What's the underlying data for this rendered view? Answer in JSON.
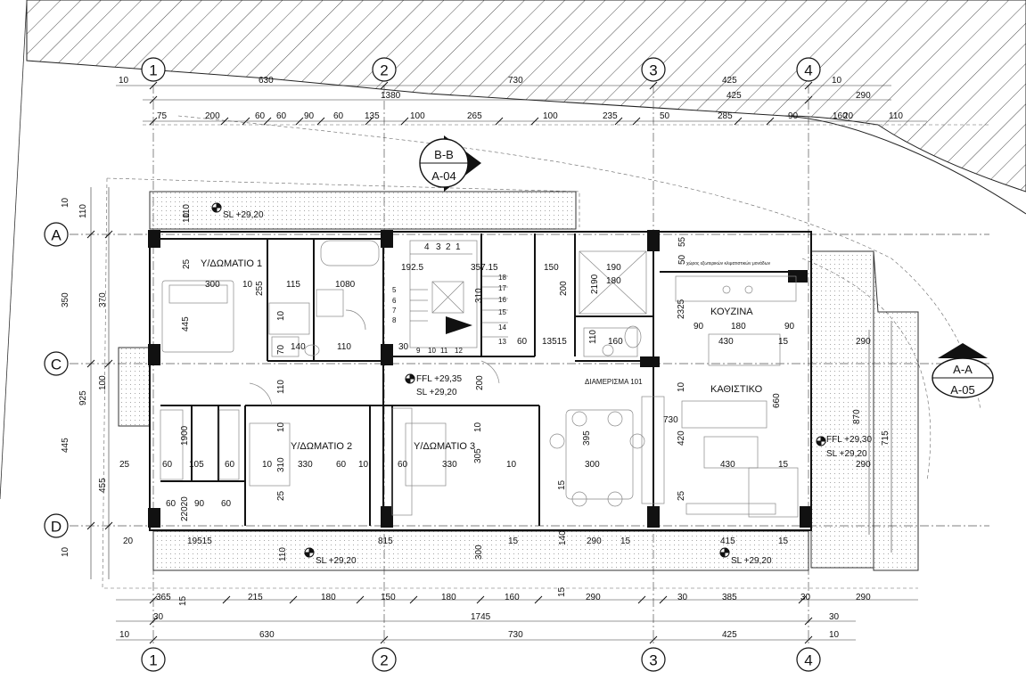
{
  "grid": {
    "columns": [
      "1",
      "2",
      "3",
      "4"
    ],
    "rows": [
      "A",
      "C",
      "D"
    ]
  },
  "sections": {
    "bb": {
      "id": "B-B",
      "sheet": "A-04"
    },
    "aa": {
      "id": "A-A",
      "sheet": "A-05"
    }
  },
  "rooms": {
    "bedroom1": "Υ/ΔΩΜΑΤΙΟ 1",
    "bedroom2": "Υ/ΔΩΜΑΤΙΟ 2",
    "bedroom3": "Υ/ΔΩΜΑΤΙΟ 3",
    "kitchen": "ΚΟΥΖΙΝΑ",
    "living": "ΚΑΘΙΣΤΙΚΟ",
    "apartment": "ΔΙΑΜΕΡΙΣΜΑ 101",
    "storage_note": "χώρος εξωτερικών κλιματιστικών μονάδων"
  },
  "levels": {
    "sl_top": "SL  +29,20",
    "ffl_center": "FFL +29,35",
    "sl_center": "SL   +29,20",
    "ffl_right": "FFL +29,30",
    "sl_right": "SL   +29,20",
    "sl_bottom_left": "SL   +29,20",
    "sl_bottom_right": "SL  +29,20"
  },
  "dims": {
    "top1": [
      "10",
      "630",
      "730",
      "425",
      "10"
    ],
    "top2": [
      "1380",
      "425",
      "290"
    ],
    "top3": [
      "75",
      "200",
      "60",
      "60",
      "90",
      "60",
      "135",
      "100",
      "265",
      "100",
      "235",
      "50",
      "285",
      "90",
      "160",
      "20",
      "110"
    ],
    "bottom1": [
      "365",
      "215",
      "180",
      "150",
      "180",
      "160",
      "290",
      "30",
      "385",
      "30",
      "290"
    ],
    "bottom2": [
      "30",
      "1745",
      "30"
    ],
    "bottom3": [
      "10",
      "630",
      "730",
      "425",
      "10"
    ],
    "left": [
      "10",
      "110",
      "350",
      "370",
      "925",
      "100",
      "445",
      "455",
      "10"
    ],
    "interior": {
      "d1925": "192.5",
      "d35715": "357.15",
      "d150": "150",
      "d190": "190",
      "d2190": "2190",
      "d180": "180",
      "d300": "300",
      "d10a": "10",
      "d25a": "25",
      "d115": "115",
      "d255": "255",
      "d1080": "1080",
      "d445": "445",
      "d310a": "310",
      "d200a": "200",
      "d140": "140",
      "d110a": "110",
      "d30": "30",
      "d70": "70",
      "d60a": "60",
      "d13515": "13515",
      "d160": "160",
      "d2325": "2325",
      "d55": "55",
      "d50": "50",
      "d90a": "90",
      "d180b": "180",
      "d90b": "90",
      "d430a": "430",
      "d15a": "15",
      "d290a": "290",
      "d200b": "200",
      "d110b": "110",
      "d660": "660",
      "d730": "730",
      "d10b": "10",
      "d420": "420",
      "d395": "395",
      "d1900": "1900",
      "d25b": "25",
      "d60b": "60",
      "d105": "105",
      "d60c": "60",
      "d10c": "10",
      "d310b": "310",
      "d330a": "330",
      "d60d": "60",
      "d10d": "10",
      "d60e": "60",
      "d330b": "330",
      "d305": "305",
      "d10e": "10",
      "d300b": "300",
      "d430b": "430",
      "d15b": "15",
      "d290b": "290",
      "d15c": "15",
      "d25c": "25",
      "d2202": "22020",
      "d60f": "60",
      "d90c": "90",
      "d60g": "60",
      "d20": "20",
      "d19515": "19515",
      "d815": "815",
      "d15d": "15",
      "d140b": "140",
      "d290c": "290",
      "d15e": "15",
      "d415": "415",
      "d15f": "15",
      "d110c": "110",
      "d300c": "300",
      "d870": "870",
      "d715": "715",
      "d15g": "15",
      "d10f": "10",
      "d25d": "25",
      "d110d": "110",
      "d10g": "10",
      "d10h": "10",
      "d10i": "10",
      "d15h": "15",
      "d120": "110",
      "stair_top": [
        "4",
        "3",
        "2",
        "1"
      ],
      "stair_left": [
        "5",
        "6",
        "7",
        "8"
      ],
      "stair_bottom": [
        "9",
        "10",
        "11",
        "12"
      ],
      "stair_right": [
        "18",
        "17",
        "16",
        "15",
        "14",
        "13"
      ]
    }
  }
}
